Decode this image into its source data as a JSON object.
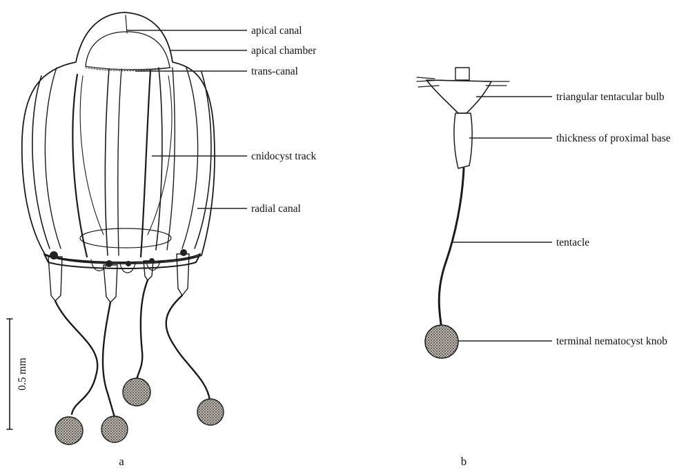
{
  "panel_a": {
    "letter": "a",
    "scale_bar": "0.5 mm",
    "labels": {
      "apical_canal": "apical canal",
      "apical_chamber": "apical chamber",
      "trans_canal": "trans-canal",
      "cnidocyst_track": "cnidocyst track",
      "radial_canal": "radial canal"
    }
  },
  "panel_b": {
    "letter": "b",
    "labels": {
      "tentacular_bulb": "triangular tentacular bulb",
      "proximal_base": "thickness of proximal base",
      "tentacle": "tentacle",
      "nematocyst_knob": "terminal nematocyst knob"
    }
  }
}
